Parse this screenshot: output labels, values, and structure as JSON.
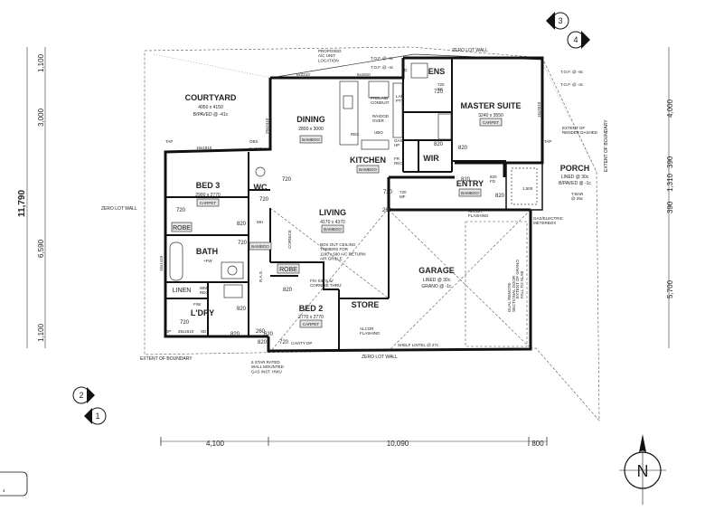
{
  "sheet_refs": {
    "top": [
      "3",
      "4"
    ],
    "bottom": [
      "2",
      "1"
    ]
  },
  "rooms": {
    "courtyard": {
      "name": "COURTYARD",
      "size": "4950 x 4150",
      "finish": "B/PAVED @ -41c"
    },
    "dining": {
      "name": "DINING",
      "size": "2800 x 3000",
      "finish": "BAMBOO"
    },
    "kitchen": {
      "name": "KITCHEN",
      "finish": "BAMBOO"
    },
    "master": {
      "name": "MASTER SUITE",
      "size": "3240 x 3550",
      "finish": "CARPET"
    },
    "ens": "ENS",
    "wir": "WIR",
    "bed3": {
      "name": "BED 3",
      "size": "2900 x 2770",
      "finish": "CARPET"
    },
    "wc": "WC",
    "living": {
      "name": "LIVING",
      "size": "4170 x 4370",
      "finish": "BAMBOO"
    },
    "entry": {
      "name": "ENTRY",
      "finish": "BAMBOO"
    },
    "porch": {
      "name": "PORCH",
      "finish": "LINED @ 30c",
      "paved": "B/PAVED @ -1c"
    },
    "bath": "BATH",
    "garage": {
      "name": "GARAGE",
      "finish": "LINED @ 30c",
      "grano": "GRANO @ -1c"
    },
    "bed2": {
      "name": "BED 2",
      "size": "2770 x 2770",
      "finish": "CARPET"
    },
    "store": "STORE",
    "linen": "LINEN",
    "ldry": "L'DRY",
    "robe_bed3": "ROBE",
    "robe_bed2": "ROBE",
    "finish_living_s": "BAMBOO"
  },
  "notes": {
    "zero_lot_top": "ZERO LOT WALL",
    "zero_lot_bottom": "ZERO LOT WALL",
    "zero_lot_left": "ZERO LOT WALL",
    "extent_boundary_left": "EXTENT OF BOUNDARY",
    "extent_boundary_right": "EXTENT OF BOUNDARY",
    "extent_render": "EXTENT OF\nRENDER DASHED",
    "proposed_ac": "PROPOSED\nA/C UNIT\nLOCATION",
    "box_out": "BOX OUT CEILING\nTRIMERS FOR\n1180 x 580 A/C RETURN\nAIR GRILLE",
    "fh_sids": "F/H SID'S w/\nCORNICE THRU'",
    "gas_instr": "5 STAR RATED\nWALL MOUNTED\nGAS INST. HWU",
    "alcor_flashing_store": "ALCOR\nFLASHING",
    "alcor_flashing_garage": "ALCOR\nFLASHING",
    "gas_meter": "GAS/ELECTRIC\nMETERBOX",
    "sectional_door": "DUAL REMOTE\nSECTIONAL DOOR",
    "extent_grano": "EXTENT OF GRANO\nFALL TO SLAB",
    "cavity_dp": "CAVITY DP",
    "shelf_lintel": "SHELF LINTEL @ 27c",
    "tof1": "T.O.F. @ -8c",
    "tof2": "T.O.F. @ -4c",
    "tof3": "T.O.F. @ -8c",
    "tof4": "T.O.F. @ -4c",
    "tbar": "T-BAR\n@ 25c",
    "lam_pty": "LAM\nPTY",
    "prelaid": "PRELAID\nCONDUIT",
    "rhood": "R/HOOD\nOVER",
    "ubo": "UBO",
    "gas_hp": "GAS\nHP",
    "fr_rec": "FR\nREC",
    "rec": "REC",
    "sd": "SD",
    "obs": "OBS",
    "mh": "MH",
    "tap_left": "TAP",
    "tap_right": "TAP",
    "fw": "+FW",
    "wm_rec": "WM\nREC",
    "fw_trough": "F/W",
    "dp": "DP",
    "ras": "R.A.S.",
    "cornice": "CORNICE"
  },
  "windows": {
    "courtyard_north": "6x2210",
    "kitchen_north": "6x1810",
    "bed3_north": "16x1810",
    "obs_window": "11x610",
    "bath_west": "16x1410",
    "dining_east": "25x2410",
    "bottom_left": "25x1510",
    "sd_bottom": "SD",
    "master_east": "16x2010",
    "entry_window": "1,500"
  },
  "doors": [
    "720",
    "720",
    "820",
    "720",
    "820",
    "820",
    "720",
    "820",
    "720",
    "820",
    "720",
    "820",
    "820",
    "820",
    "620",
    "720",
    "260",
    "260",
    "820",
    "720"
  ],
  "door_labels": {
    "ens": "720\nSC",
    "entry_mf": "720\nMF",
    "fd": "820\nFD"
  },
  "dims": {
    "left": [
      "1,100",
      "3,000",
      "6,590",
      "1,100"
    ],
    "left_total": "11,790",
    "right": [
      "4,000",
      "390",
      "1,310",
      "390",
      "5,700"
    ],
    "bottom": [
      "4,100",
      "10,090",
      "800"
    ]
  },
  "compass": "N",
  "corner_tag": "4"
}
